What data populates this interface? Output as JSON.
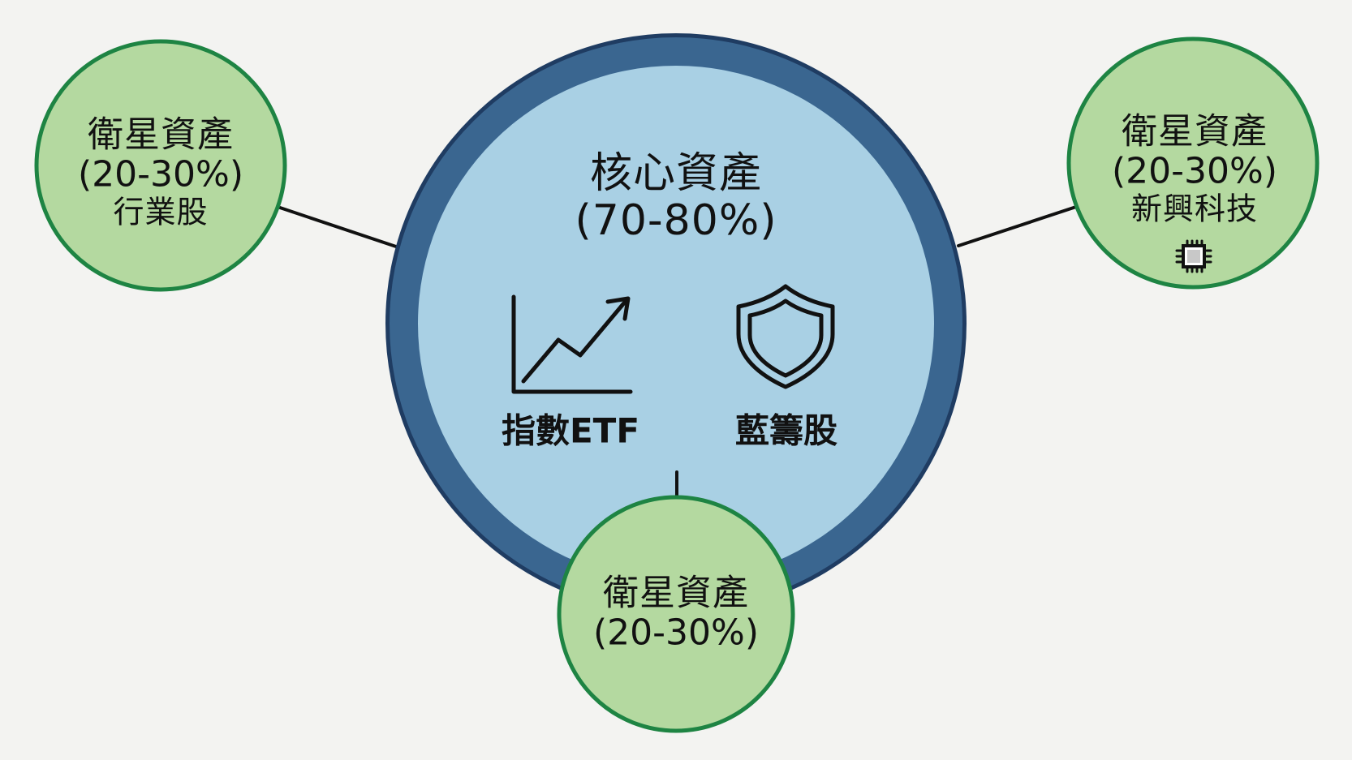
{
  "colors": {
    "background": "#f3f3f1",
    "core_fill": "#a9d0e4",
    "core_ring": "#3a6690",
    "core_ring_edge": "#1f3c62",
    "satellite_fill": "#b4d9a0",
    "satellite_border": "#1e8443",
    "connector": "#111111",
    "text": "#111111"
  },
  "core": {
    "title": "核心資產",
    "percentage": "(70-80%)",
    "items": [
      {
        "label": "指數ETF",
        "icon": "trending-up-chart-icon"
      },
      {
        "label": "藍籌股",
        "icon": "shield-icon"
      }
    ]
  },
  "satellites": [
    {
      "position": "left",
      "title": "衛星資產",
      "percentage": "(20-30%)",
      "subtitle": "行業股",
      "icon": null
    },
    {
      "position": "right",
      "title": "衛星資產",
      "percentage": "(20-30%)",
      "subtitle": "新興科技",
      "icon": "microchip-icon"
    },
    {
      "position": "bottom",
      "title": "衛星資產",
      "percentage": "(20-30%)",
      "subtitle": null,
      "icon": null
    }
  ]
}
